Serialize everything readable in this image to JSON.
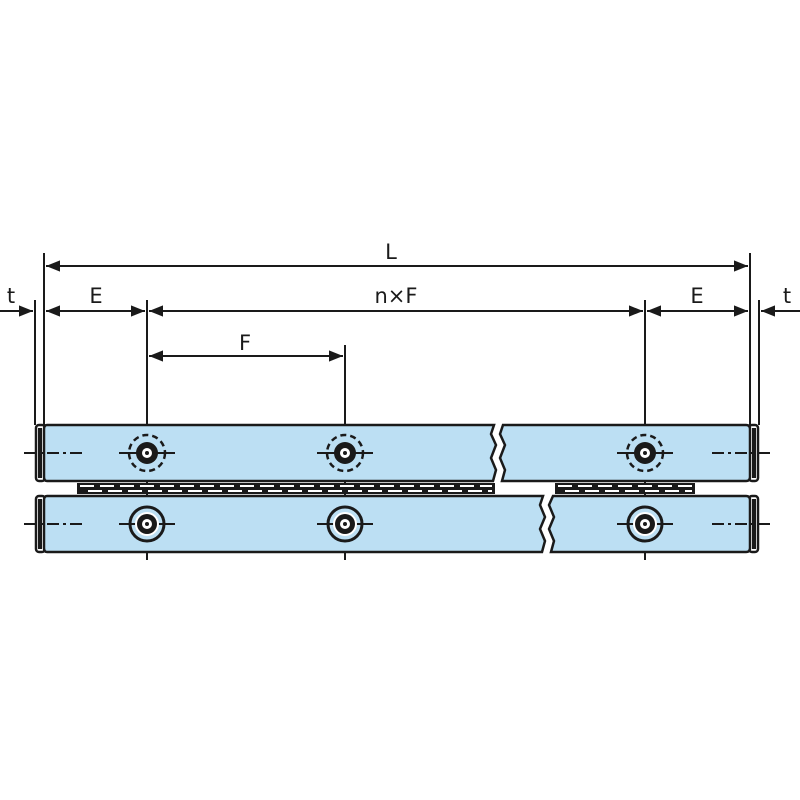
{
  "diagram": {
    "title": "Crossed roller guide rail dimensional drawing",
    "colors": {
      "rail_fill": "#BCDFF3",
      "stroke": "#1a1a1a",
      "background": "#ffffff"
    },
    "dimensions": {
      "overall_length": "L",
      "end_pitch_left": "E",
      "end_pitch_right": "E",
      "pitch_span": "n×F",
      "pitch": "F",
      "end_plate_left": "t",
      "end_plate_right": "t"
    },
    "rails": [
      {
        "name": "upper-rail",
        "holes": 3,
        "hole_style": "counterbore-dashed"
      },
      {
        "name": "lower-rail",
        "holes": 3,
        "hole_style": "counterbore-solid"
      }
    ],
    "retainer": {
      "name": "roller-cage",
      "style": "dashed"
    }
  }
}
